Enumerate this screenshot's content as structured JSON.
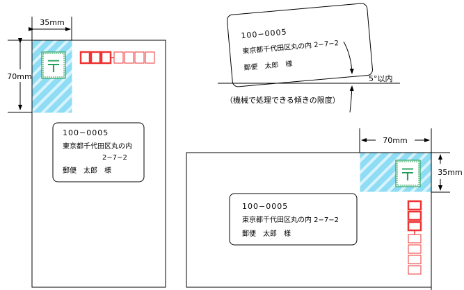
{
  "colors": {
    "stamp_zone": "#8fdcf5",
    "stamp_zone_stripe": "#d8f3fc",
    "postal_box": "#ee3333",
    "stamp": "#22a05a"
  },
  "icons": {
    "stamp": "postal-mark-stamp-icon"
  },
  "vertical_envelope": {
    "width_dim": "35mm",
    "height_dim": "70mm",
    "stamp_mark": "〒",
    "address": {
      "postcode": "100−0005",
      "line1": "東京都千代田区丸の内",
      "line2": "2−7−2",
      "name": "郵便　太郎　様"
    }
  },
  "tilted_card": {
    "address": {
      "postcode": "100−0005",
      "line1": "東京都千代田区丸の内 2−7−2",
      "name": "郵便　太郎　様"
    },
    "angle_label": "5°以内",
    "caption": "（機械で処理できる傾きの限度）"
  },
  "horizontal_envelope": {
    "width_dim": "70mm",
    "height_dim": "35mm",
    "stamp_mark": "〒",
    "address": {
      "postcode": "100−0005",
      "line1": "東京都千代田区丸の内 2−7−2",
      "name": "郵便　太郎　様"
    }
  }
}
